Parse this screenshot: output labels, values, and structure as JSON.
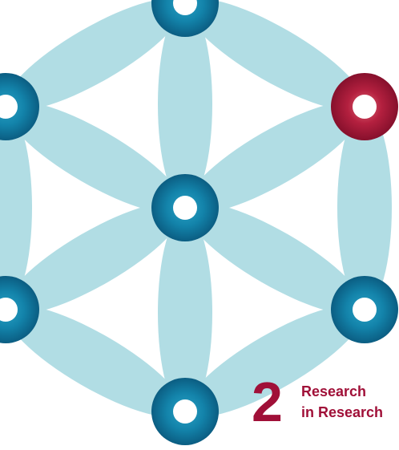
{
  "graphic": {
    "petal_color": "#b1dde4",
    "node_color": "#0e6f97",
    "highlight_color": "#a51339",
    "center_color": "#ffffff"
  },
  "caption": {
    "number": "2",
    "line1": "Research",
    "line2": "in Research"
  }
}
